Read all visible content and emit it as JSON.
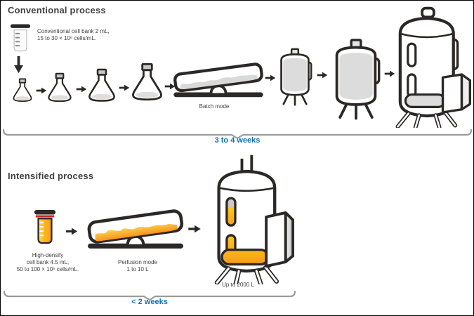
{
  "colors": {
    "outline": "#2b2826",
    "accent_blue": "#1171b5",
    "orange": "#f7941d",
    "yellow": "#ffc20e",
    "light_gray_fill": "#dcdcdc",
    "bracket_gray": "#9b9b9b",
    "red_cap": "#c9252c",
    "text_dark": "#414042"
  },
  "icons": [
    "vial-icon",
    "arrow-down-icon",
    "arrow-right-icon",
    "flask-icon",
    "rocker-bioreactor-icon",
    "stirred-tank-icon",
    "large-bioreactor-icon",
    "timeline-bracket",
    "high-density-vial-icon"
  ],
  "conventional": {
    "title": "Conventional process",
    "cell_bank": {
      "line1": "Conventional cell bank 2 mL,",
      "line2": "15 to 30 × 10⁶ cells/mL."
    },
    "rocker_label": "Batch mode",
    "duration": "3 to 4 weeks"
  },
  "intensified": {
    "title": "Intensified process",
    "cell_bank": {
      "line1": "High-density",
      "line2": "cell bank 4.5 mL,",
      "line3": "50 to 100 × 10⁶ cells/mL."
    },
    "rocker_label": {
      "line1": "Perfusion mode",
      "line2": "1 to 10 L"
    },
    "bioreactor_label": "Up to 2000 L",
    "duration": "< 2 weeks"
  }
}
